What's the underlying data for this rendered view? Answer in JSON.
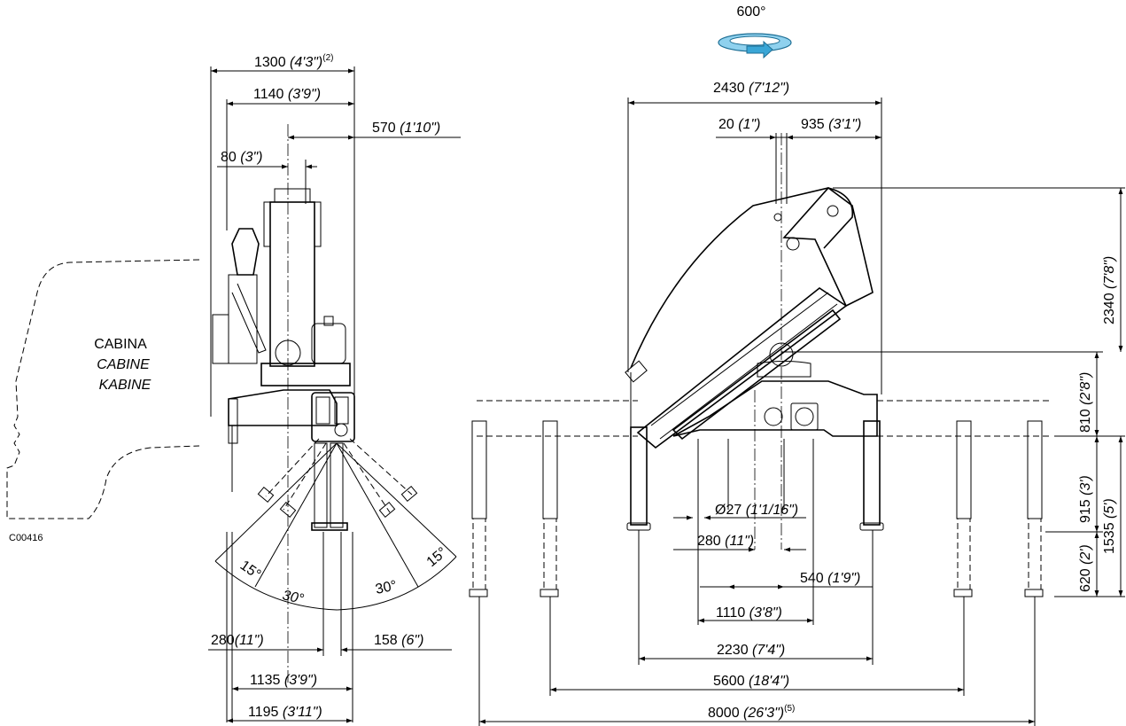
{
  "rotation": {
    "label": "600°"
  },
  "code": "C00416",
  "cabin": {
    "line1": "CABINA",
    "line2": "CABINE",
    "line3": "KABINE"
  },
  "side_view": {
    "d1300": {
      "value": "1300",
      "imperial": "(4'3\")",
      "note": "(2)"
    },
    "d1140": {
      "value": "1140",
      "imperial": "(3'9\")"
    },
    "d570": {
      "value": "570",
      "imperial": "(1'10\")"
    },
    "d80": {
      "value": "80",
      "imperial": "(3\")"
    },
    "angle_15_left": "15°",
    "angle_30_left": "30°",
    "angle_30_right": "30°",
    "angle_15_right": "15°",
    "d280": {
      "value": "280",
      "imperial": "(11\")"
    },
    "d158": {
      "value": "158",
      "imperial": "(6\")"
    },
    "d1135": {
      "value": "1135",
      "imperial": "(3'9\")"
    },
    "d1195": {
      "value": "1195",
      "imperial": "(3'11\")"
    }
  },
  "front_view": {
    "d2430": {
      "value": "2430",
      "imperial": "(7'12\")"
    },
    "d20": {
      "value": "20",
      "imperial": "(1\")"
    },
    "d935": {
      "value": "935",
      "imperial": "(3'1\")"
    },
    "d27": {
      "value": "Ø27",
      "imperial": "(1'1/16\")"
    },
    "d280": {
      "value": "280",
      "imperial": "(11\")"
    },
    "d540": {
      "value": "540",
      "imperial": "(1'9\")"
    },
    "d1110": {
      "value": "1110",
      "imperial": "(3'8\")"
    },
    "d2230": {
      "value": "2230",
      "imperial": "(7'4\")"
    },
    "d5600": {
      "value": "5600",
      "imperial": "(18'4\")"
    },
    "d8000": {
      "value": "8000",
      "imperial": "(26'3\")",
      "note": "(5)"
    },
    "d2340": {
      "value": "2340",
      "imperial": "(7'8\")"
    },
    "d810": {
      "value": "810",
      "imperial": "(2'8\")"
    },
    "d915": {
      "value": "915",
      "imperial": "(3')"
    },
    "d1535": {
      "value": "1535",
      "imperial": "(5')"
    },
    "d620": {
      "value": "620",
      "imperial": "(2')"
    }
  },
  "colors": {
    "rotation_arrow": "#3aa6d6",
    "line": "#000000"
  }
}
